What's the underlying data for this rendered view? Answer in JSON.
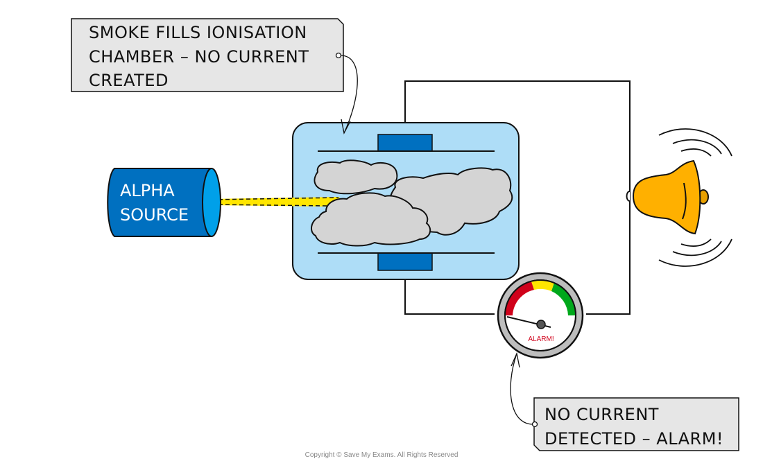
{
  "labels": {
    "smoke_line1": "SMOKE FILLS IONISATION",
    "smoke_line2": "CHAMBER – NO CURRENT",
    "smoke_line3": "CREATED",
    "alarm_line1": "NO CURRENT",
    "alarm_line2": "DETECTED – ALARM!",
    "source_line1": "ALPHA",
    "source_line2": "SOURCE",
    "gauge_text": "ALARM!"
  },
  "copyright": "Copyright © Save My Exams. All Rights Reserved",
  "colors": {
    "chamber": "#AEDDF7",
    "electrode": "#0070C0",
    "source": "#0070C0",
    "source_end": "#00A0E9",
    "beam": "#FFE600",
    "smoke": "#D4D4D4",
    "bell": "#FFB000",
    "gauge_red": "#D0021B",
    "gauge_yellow": "#FFE600",
    "gauge_green": "#00A81B",
    "label_box": "#E6E6E6"
  }
}
